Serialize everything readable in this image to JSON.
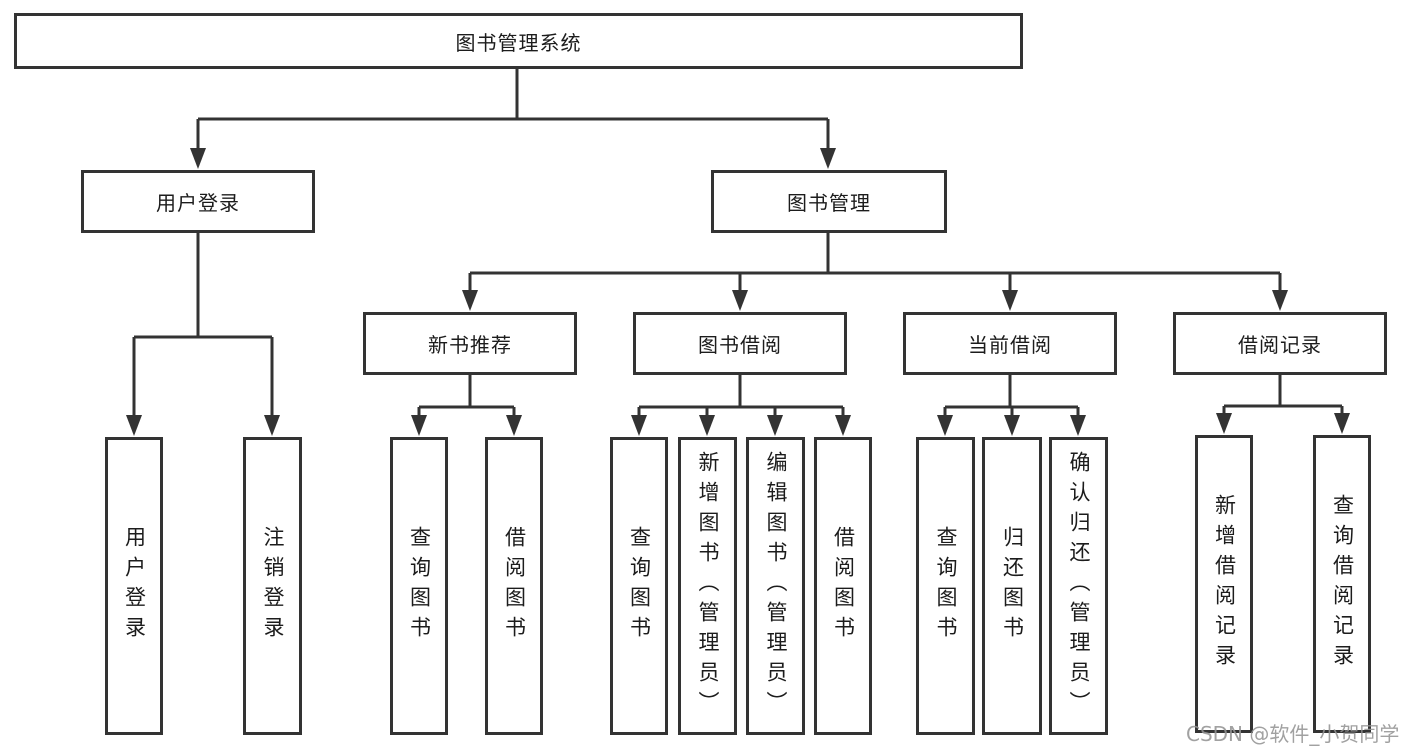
{
  "tree": {
    "root": {
      "label": "图书管理系统"
    },
    "branches": [
      {
        "label": "用户登录",
        "children": [
          {
            "label": "用户登录"
          },
          {
            "label": "注销登录"
          }
        ]
      },
      {
        "label": "图书管理",
        "children": [
          {
            "label": "新书推荐",
            "children": [
              {
                "label": "查询图书"
              },
              {
                "label": "借阅图书"
              }
            ]
          },
          {
            "label": "图书借阅",
            "children": [
              {
                "label": "查询图书"
              },
              {
                "label": "新增图书（管理员）"
              },
              {
                "label": "编辑图书（管理员）"
              },
              {
                "label": "借阅图书"
              }
            ]
          },
          {
            "label": "当前借阅",
            "children": [
              {
                "label": "查询图书"
              },
              {
                "label": "归还图书"
              },
              {
                "label": "确认归还（管理员）"
              }
            ]
          },
          {
            "label": "借阅记录",
            "children": [
              {
                "label": "新增借阅记录"
              },
              {
                "label": "查询借阅记录"
              }
            ]
          }
        ]
      }
    ]
  },
  "watermark": {
    "text": "CSDN @软件_小贺同学"
  },
  "colors": {
    "line": "#333333",
    "box_border": "#333333",
    "box_fill": "#ffffff",
    "text": "#1c1c1c",
    "watermark": "#949494",
    "background": "#ffffff"
  }
}
